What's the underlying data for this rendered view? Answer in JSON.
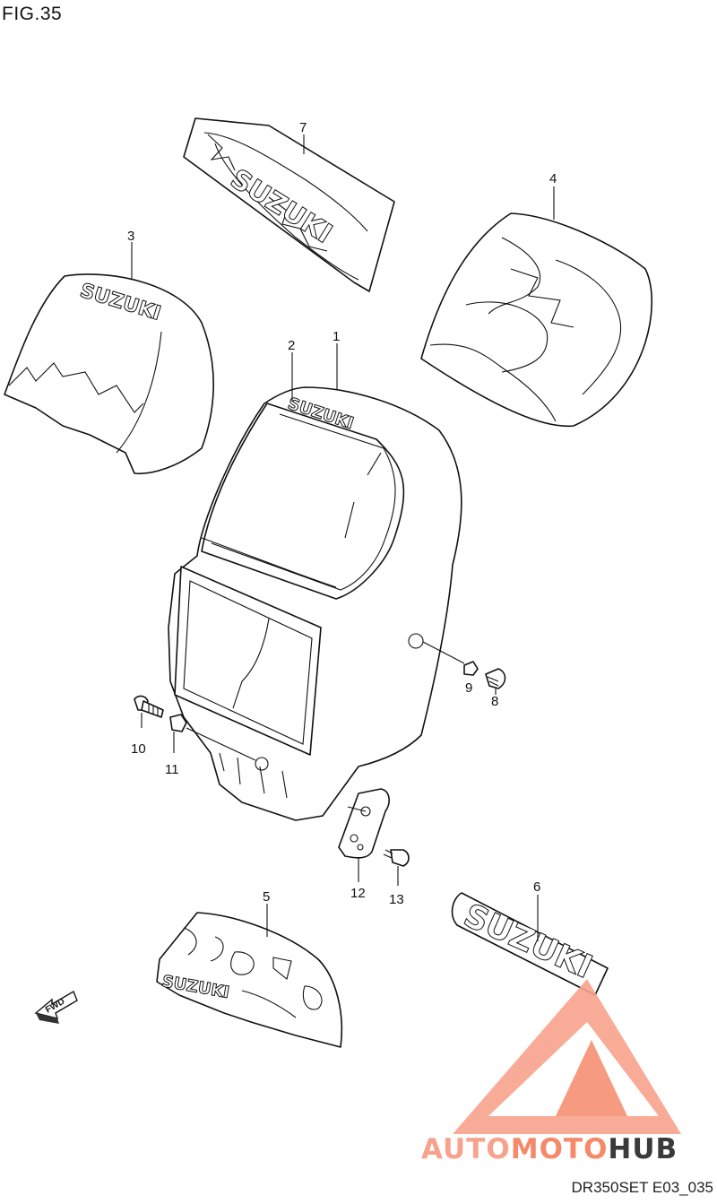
{
  "figure_label": "FIG.35",
  "drawing_code": "DR350SET E03_035",
  "fwd_label": "FWD",
  "decal_brand": "SUZUKI",
  "watermark": {
    "part_a": "AUTO",
    "part_b": "MOTO",
    "part_c": "HUB"
  },
  "callouts": [
    "1",
    "2",
    "3",
    "4",
    "5",
    "6",
    "7",
    "8",
    "9",
    "10",
    "11",
    "12",
    "13"
  ],
  "colors": {
    "watermark_light": "#f7a28c",
    "watermark_mid": "#f58a6a",
    "watermark_dark": "#3a3a3a"
  }
}
